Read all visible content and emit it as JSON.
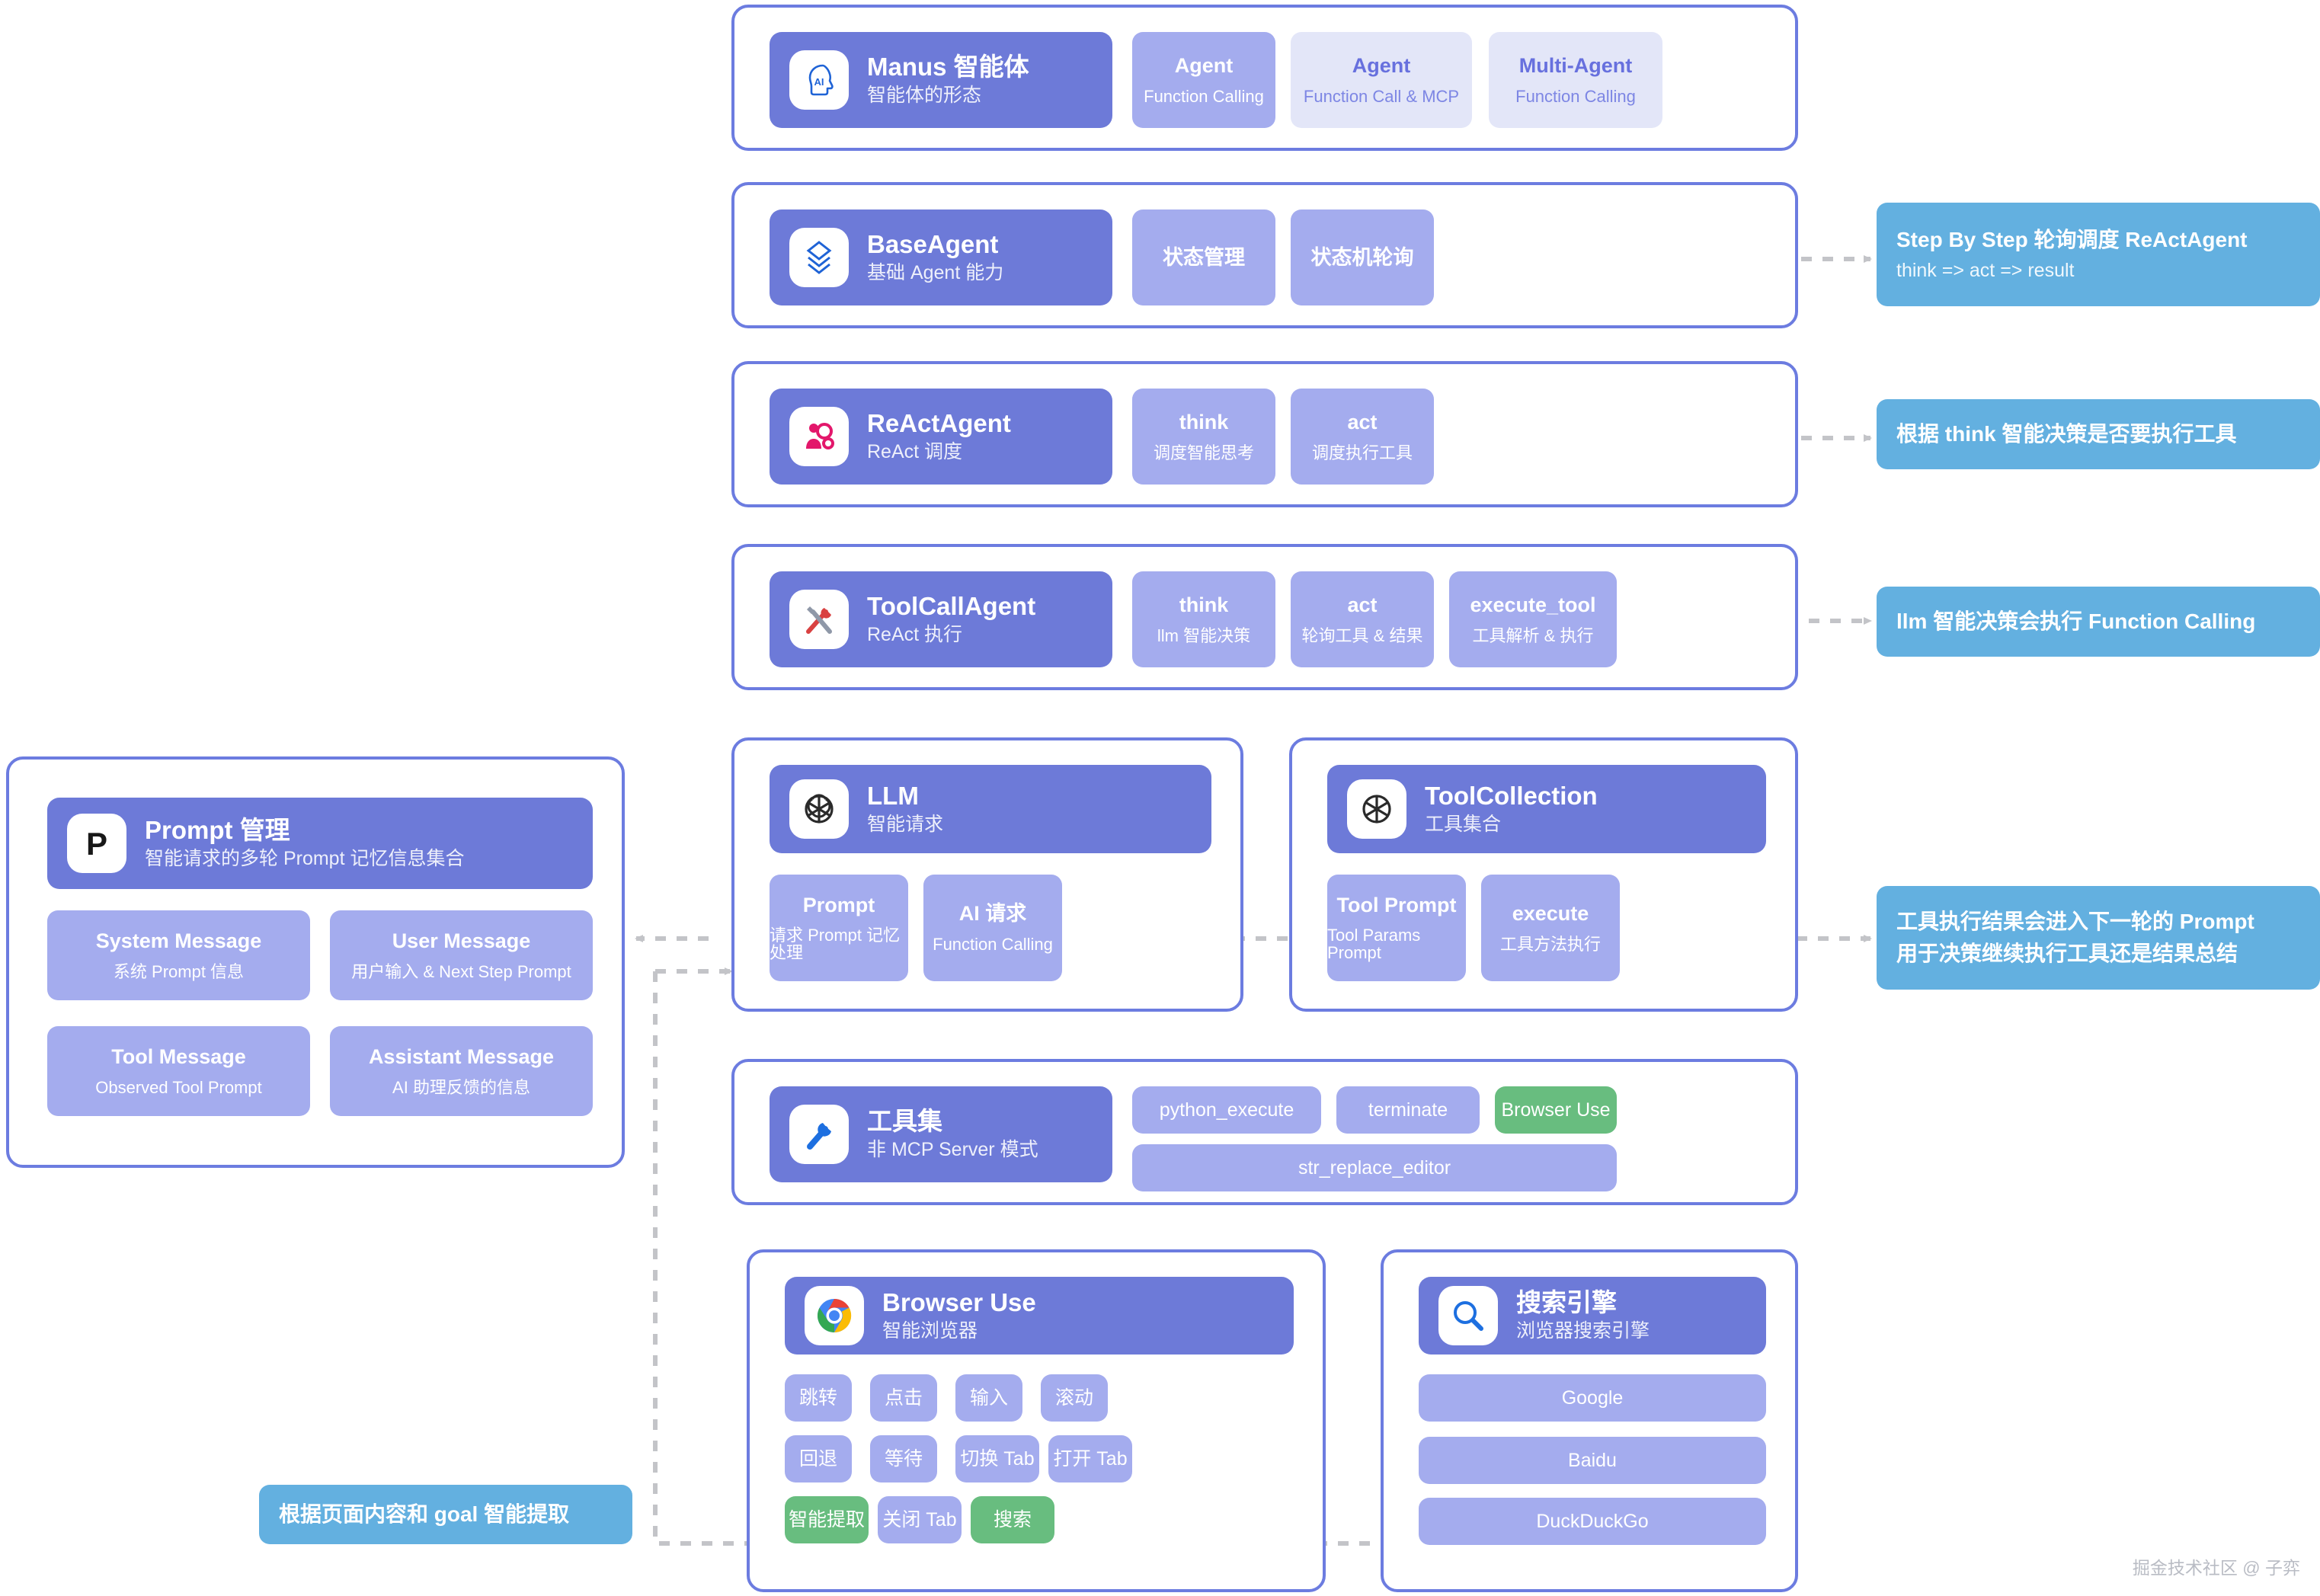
{
  "colors": {
    "panel_border": "#6c7ce0",
    "header_card": "#6d7ad8",
    "chip": "#a4acee",
    "chip_pale": "#e3e6f8",
    "chip_green": "#68bd7f",
    "note_blue": "#63b0e0",
    "connector": "#c3c4c8"
  },
  "rows": {
    "manus": {
      "header": {
        "title": "Manus 智能体",
        "subtitle": "智能体的形态",
        "icon": "ai-head-icon"
      },
      "chips": [
        {
          "title": "Agent",
          "subtitle": "Function Calling",
          "style": "solid"
        },
        {
          "title": "Agent",
          "subtitle": "Function Call & MCP",
          "style": "pale"
        },
        {
          "title": "Multi-Agent",
          "subtitle": "Function Calling",
          "style": "pale"
        }
      ]
    },
    "base_agent": {
      "header": {
        "title": "BaseAgent",
        "subtitle": "基础 Agent 能力",
        "icon": "layers-diamond-icon"
      },
      "chips": [
        {
          "title": "状态管理"
        },
        {
          "title": "状态机轮询"
        }
      ],
      "note": {
        "line1": "Step By Step 轮询调度 ReActAgent",
        "line2": "think => act => result"
      }
    },
    "react_agent": {
      "header": {
        "title": "ReActAgent",
        "subtitle": "ReAct 调度",
        "icon": "gears-person-icon"
      },
      "chips": [
        {
          "title": "think",
          "subtitle": "调度智能思考"
        },
        {
          "title": "act",
          "subtitle": "调度执行工具"
        }
      ],
      "note": {
        "line1": "根据 think 智能决策是否要执行工具"
      }
    },
    "toolcall_agent": {
      "header": {
        "title": "ToolCallAgent",
        "subtitle": "ReAct 执行",
        "icon": "tools-wrench-icon"
      },
      "chips": [
        {
          "title": "think",
          "subtitle": "llm 智能决策"
        },
        {
          "title": "act",
          "subtitle": "轮询工具 & 结果"
        },
        {
          "title": "execute_tool",
          "subtitle": "工具解析 & 执行"
        }
      ],
      "note": {
        "line1": "llm 智能决策会执行 Function Calling"
      }
    }
  },
  "prompt_panel": {
    "header": {
      "title": "Prompt 管理",
      "subtitle": "智能请求的多轮 Prompt 记忆信息集合",
      "icon": "letter-p-icon"
    },
    "chips": [
      {
        "title": "System Message",
        "subtitle": "系统 Prompt 信息"
      },
      {
        "title": "User Message",
        "subtitle": "用户输入 & Next Step Prompt"
      },
      {
        "title": "Tool Message",
        "subtitle": "Observed Tool Prompt"
      },
      {
        "title": "Assistant Message",
        "subtitle": "AI 助理反馈的信息"
      }
    ]
  },
  "llm_panel": {
    "header": {
      "title": "LLM",
      "subtitle": "智能请求",
      "icon": "openai-icon"
    },
    "chips": [
      {
        "title": "Prompt",
        "subtitle": "请求 Prompt 记忆处理"
      },
      {
        "title": "AI 请求",
        "subtitle": "Function Calling"
      }
    ]
  },
  "toolcollection_panel": {
    "header": {
      "title": "ToolCollection",
      "subtitle": "工具集合",
      "icon": "openai-icon"
    },
    "chips": [
      {
        "title": "Tool Prompt",
        "subtitle": "Tool Params Prompt"
      },
      {
        "title": "execute",
        "subtitle": "工具方法执行"
      }
    ],
    "note": {
      "line1": "工具执行结果会进入下一轮的 Prompt",
      "line2": "用于决策继续执行工具还是结果总结"
    }
  },
  "toolset_panel": {
    "header": {
      "title": "工具集",
      "subtitle": "非 MCP Server 模式",
      "icon": "blue-wrench-icon"
    },
    "chips": [
      {
        "title": "python_execute",
        "style": "solid"
      },
      {
        "title": "terminate",
        "style": "solid"
      },
      {
        "title": "Browser Use",
        "style": "green"
      },
      {
        "title": "str_replace_editor",
        "style": "solid"
      }
    ]
  },
  "browser_panel": {
    "header": {
      "title": "Browser Use",
      "subtitle": "智能浏览器",
      "icon": "chrome-icon"
    },
    "chips": [
      {
        "title": "跳转",
        "style": "solid"
      },
      {
        "title": "点击",
        "style": "solid"
      },
      {
        "title": "输入",
        "style": "solid"
      },
      {
        "title": "滚动",
        "style": "solid"
      },
      {
        "title": "回退",
        "style": "solid"
      },
      {
        "title": "等待",
        "style": "solid"
      },
      {
        "title": "切换 Tab",
        "style": "solid"
      },
      {
        "title": "打开 Tab",
        "style": "solid"
      },
      {
        "title": "智能提取",
        "style": "green"
      },
      {
        "title": "关闭 Tab",
        "style": "solid"
      },
      {
        "title": "搜索",
        "style": "green"
      }
    ],
    "note": {
      "line1": "根据页面内容和 goal 智能提取"
    }
  },
  "search_panel": {
    "header": {
      "title": "搜索引擎",
      "subtitle": "浏览器搜索引擎",
      "icon": "magnifier-icon"
    },
    "chips": [
      {
        "title": "Google"
      },
      {
        "title": "Baidu"
      },
      {
        "title": "DuckDuckGo"
      }
    ]
  },
  "credit": "掘金技术社区 @ 子弈"
}
